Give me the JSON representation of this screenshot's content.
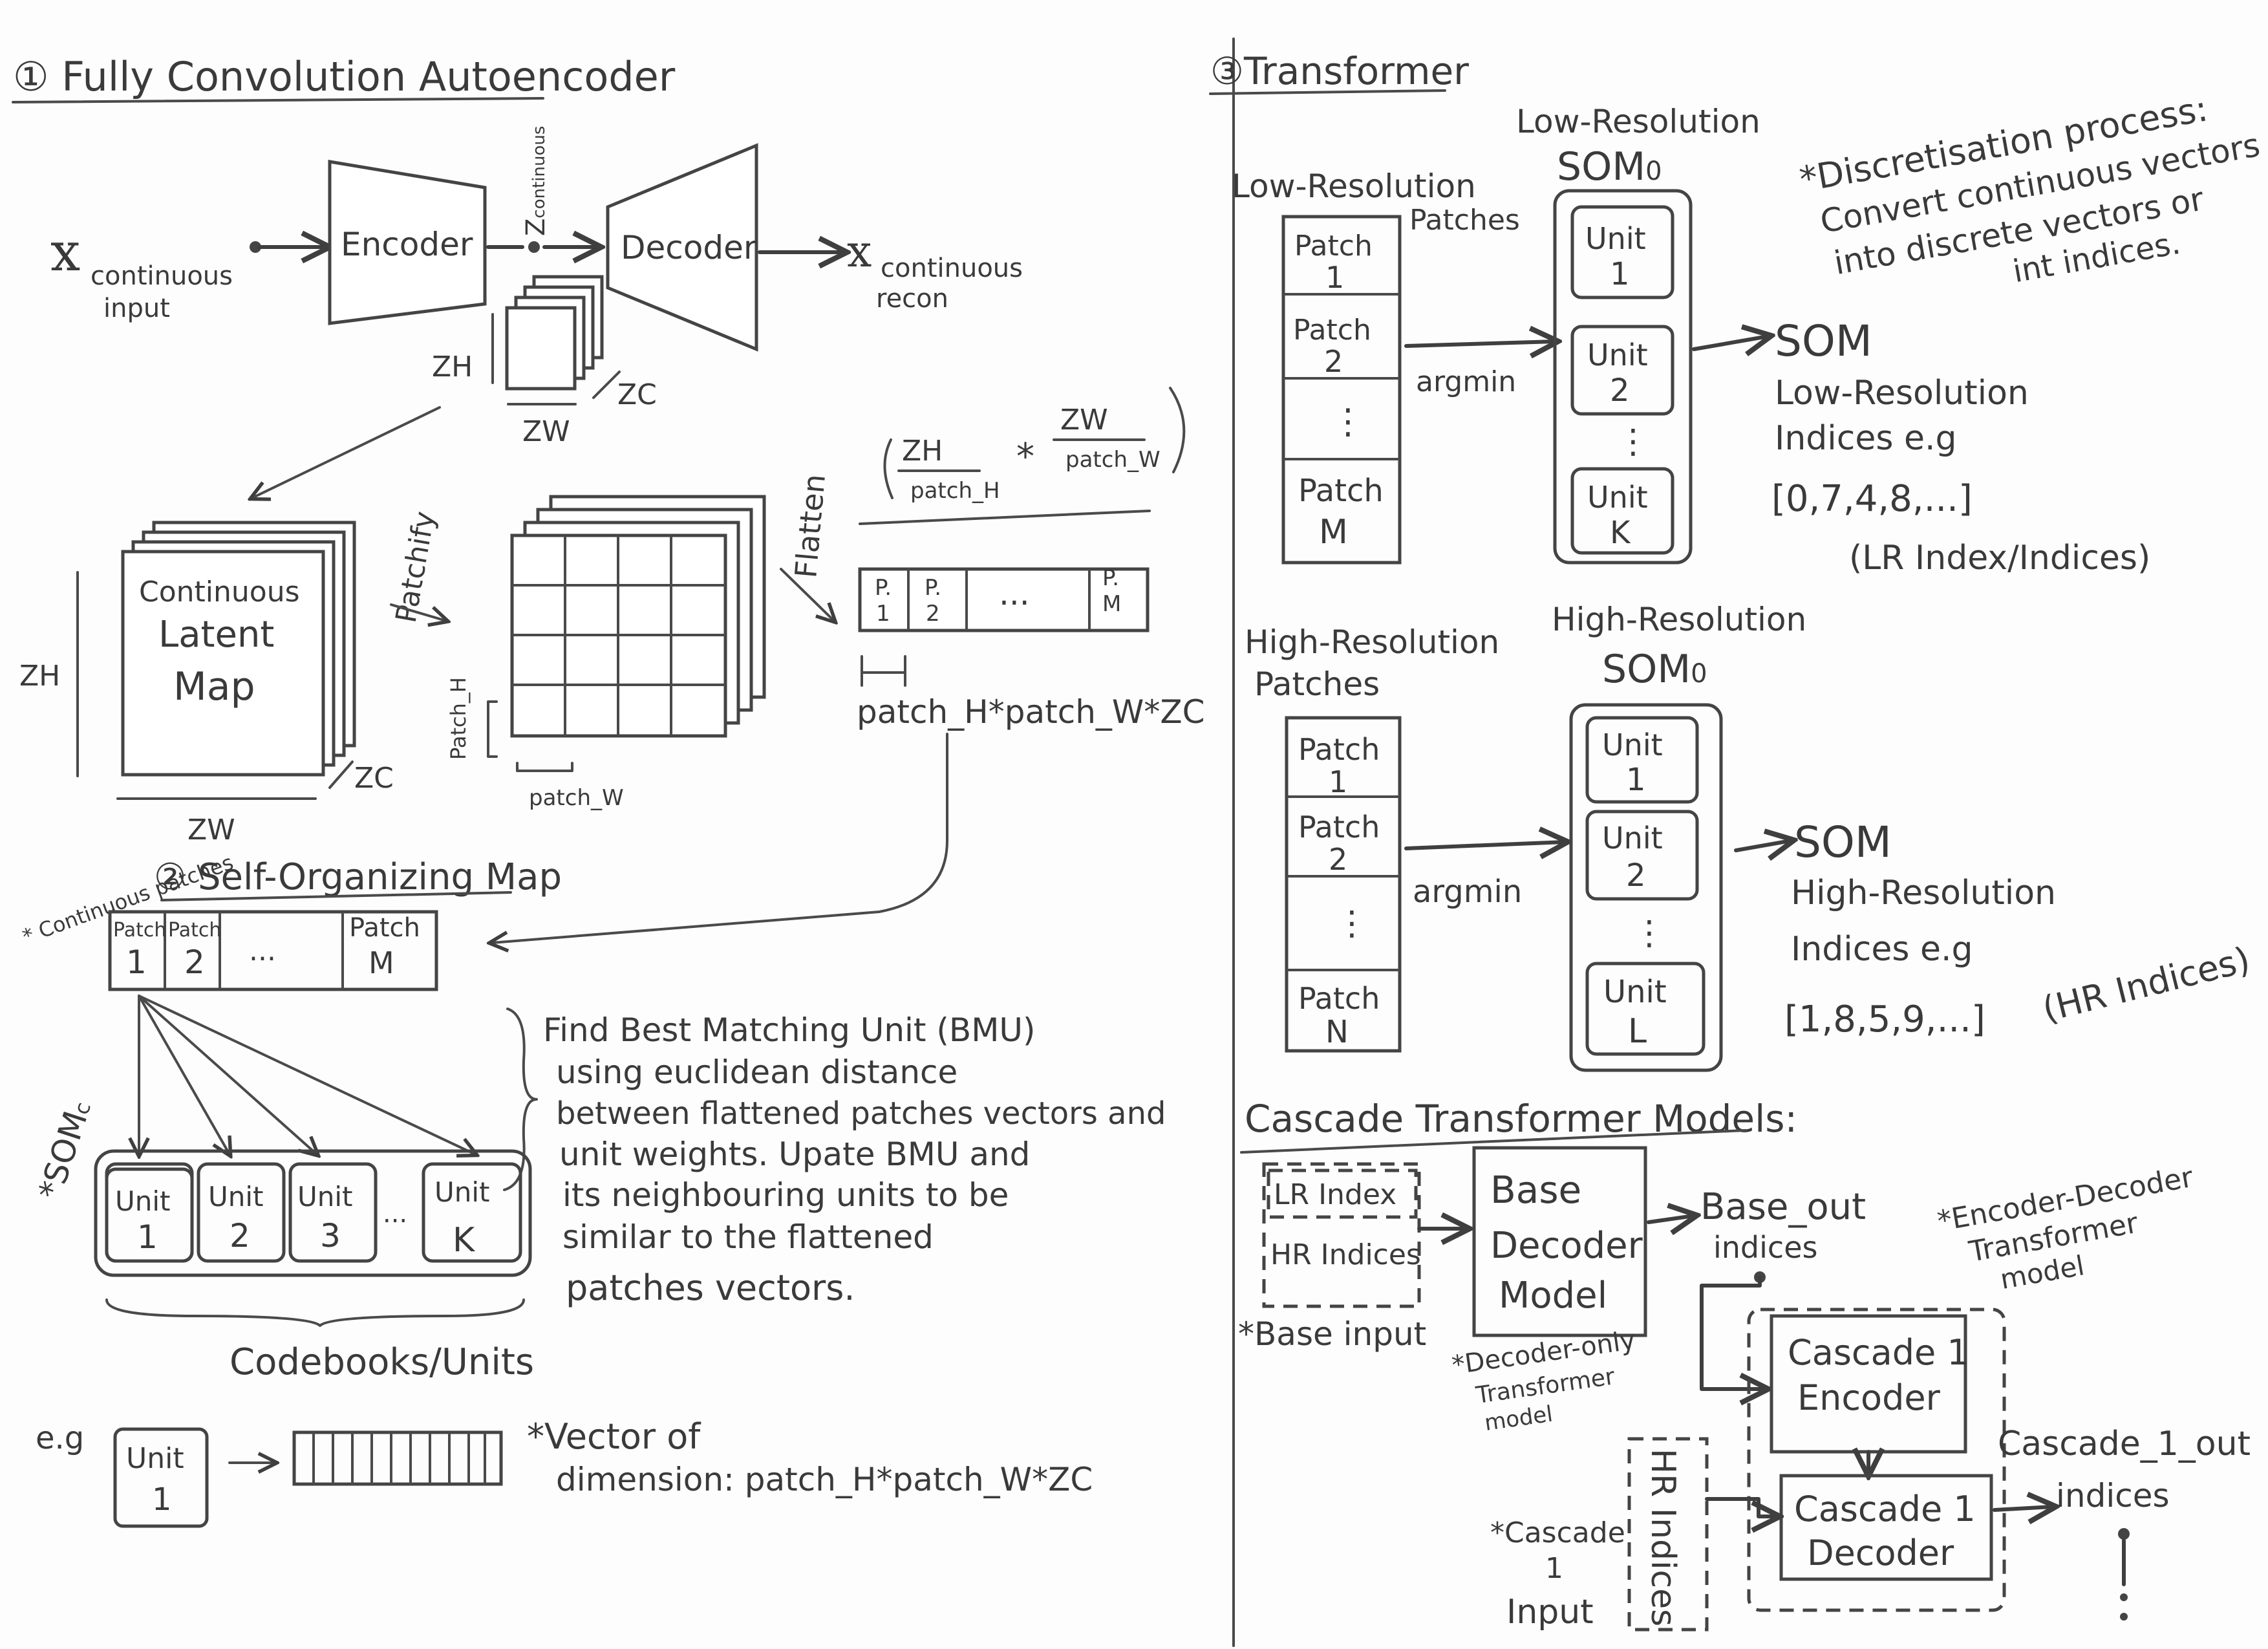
{
  "sections": {
    "fca": {
      "title": "① Fully Convolution Autoencoder"
    },
    "som": {
      "title": "② Self-Organizing Map"
    },
    "transformer": {
      "title": "③Transformer"
    }
  },
  "fca": {
    "x_input": "x",
    "x_input_sub": "continuous",
    "x_input_note": "input",
    "encoder": "Encoder",
    "decoder": "Decoder",
    "z_label": "Z",
    "z_sub": "continuous",
    "x_recon": "x",
    "x_recon_sub": "continuous",
    "x_recon_note": "recon",
    "z_h": "ZH",
    "z_w": "ZW",
    "z_c": "ZC"
  },
  "latent": {
    "map_line1": "Continuous",
    "map_line2": "Latent",
    "map_line3": "Map",
    "z_h": "ZH",
    "z_w": "ZW",
    "z_c": "ZC",
    "patchify": "Patchify",
    "patch_h": "Patch_H",
    "patch_w": "patch_W",
    "flatten": "Flatten",
    "frac1_num": "ZH",
    "frac1_den": "patch_H",
    "times": "*",
    "frac2_num": "ZW",
    "frac2_den": "patch_W",
    "flat_cells": [
      "P.",
      "P.",
      "...",
      "P."
    ],
    "flat_cell_nums": [
      "1",
      "2",
      "",
      "M"
    ],
    "flat_dim": "patch_H*patch_W*ZC"
  },
  "som": {
    "continuous_patches": "* Continuous patches",
    "patches": [
      {
        "top": "Patch",
        "bottom": "1"
      },
      {
        "top": "Patch",
        "bottom": "2"
      },
      {
        "top": "...",
        "bottom": ""
      },
      {
        "top": "Patch",
        "bottom": "M"
      }
    ],
    "bmu_lines": [
      "Find Best Matching Unit (BMU)",
      "using euclidean distance",
      "between flattened patches vectors and",
      "unit weights. Upate BMU and",
      "its neighbouring units to be",
      "similar to the flattened",
      "patches vectors."
    ],
    "som_label": "*SOM",
    "som_label_sub": "c",
    "units": [
      {
        "top": "Unit",
        "bottom": "1"
      },
      {
        "top": "Unit",
        "bottom": "2"
      },
      {
        "top": "Unit",
        "bottom": "3"
      },
      {
        "top": "...",
        "bottom": ""
      },
      {
        "top": "Unit",
        "bottom": "K"
      }
    ],
    "codebooks": "Codebooks/Units",
    "eg": "e.g",
    "eg_unit_top": "Unit",
    "eg_unit_bottom": "1",
    "vector_line1": "*Vector of",
    "vector_line2": "dimension: patch_H*patch_W*ZC"
  },
  "lr": {
    "patches_title": "Low-Resolution",
    "patches_title2": "Patches",
    "som_title": "Low-Resolution",
    "som_name": "SOM",
    "som_sub": "0",
    "patches": [
      {
        "top": "Patch",
        "bottom": "1"
      },
      {
        "top": "Patch",
        "bottom": "2"
      },
      {
        "top": "⋮",
        "bottom": ""
      },
      {
        "top": "Patch",
        "bottom": "M"
      }
    ],
    "units": [
      {
        "top": "Unit",
        "bottom": "1"
      },
      {
        "top": "Unit",
        "bottom": "2"
      },
      {
        "top": "⋮",
        "bottom": ""
      },
      {
        "top": "Unit",
        "bottom": "K"
      }
    ],
    "argmin": "argmin",
    "out_title": "SOM",
    "out_line1": "Low-Resolution",
    "out_line2": "Indices e.g",
    "out_list": "[0,7,4,8,...]",
    "out_note": "(LR Index/Indices)"
  },
  "hr": {
    "patches_title": "High-Resolution",
    "patches_title2": "Patches",
    "som_title": "High-Resolution",
    "som_name": "SOM",
    "som_sub": "0",
    "patches": [
      {
        "top": "Patch",
        "bottom": "1"
      },
      {
        "top": "Patch",
        "bottom": "2"
      },
      {
        "top": "⋮",
        "bottom": ""
      },
      {
        "top": "Patch",
        "bottom": "N"
      }
    ],
    "units": [
      {
        "top": "Unit",
        "bottom": "1"
      },
      {
        "top": "Unit",
        "bottom": "2"
      },
      {
        "top": "⋮",
        "bottom": ""
      },
      {
        "top": "Unit",
        "bottom": "L"
      }
    ],
    "argmin": "argmin",
    "out_title": "SOM",
    "out_line1": "High-Resolution",
    "out_line2": "Indices e.g",
    "out_list": "[1,8,5,9,...]",
    "out_note": "(HR Indices)"
  },
  "discretisation": {
    "line1": "*Discretisation process:",
    "line2": "Convert continuous vectors",
    "line3": "into discrete vectors or",
    "line4": "int indices."
  },
  "cascade": {
    "title": "Cascade Transformer Models:",
    "lr_index": "LR Index",
    "hr_indices": "HR Indices",
    "base_input": "*Base input",
    "base_model_1": "Base",
    "base_model_2": "Decoder",
    "base_model_3": "Model",
    "decoder_only_1": "*Decoder-only",
    "decoder_only_2": "Transformer",
    "decoder_only_3": "model",
    "base_out_1": "Base_out",
    "base_out_2": "indices",
    "enc_dec_1": "*Encoder-Decoder",
    "enc_dec_2": "Transformer",
    "enc_dec_3": "model",
    "c1_enc_1": "Cascade 1",
    "c1_enc_2": "Encoder",
    "c1_dec_1": "Cascade 1",
    "c1_dec_2": "Decoder",
    "c1_out_1": "Cascade_1_out",
    "c1_out_2": "indices",
    "hr_vertical": "HR Indices",
    "c1_input_1": "*Cascade",
    "c1_input_2": "1",
    "c1_input_3": "Input"
  }
}
